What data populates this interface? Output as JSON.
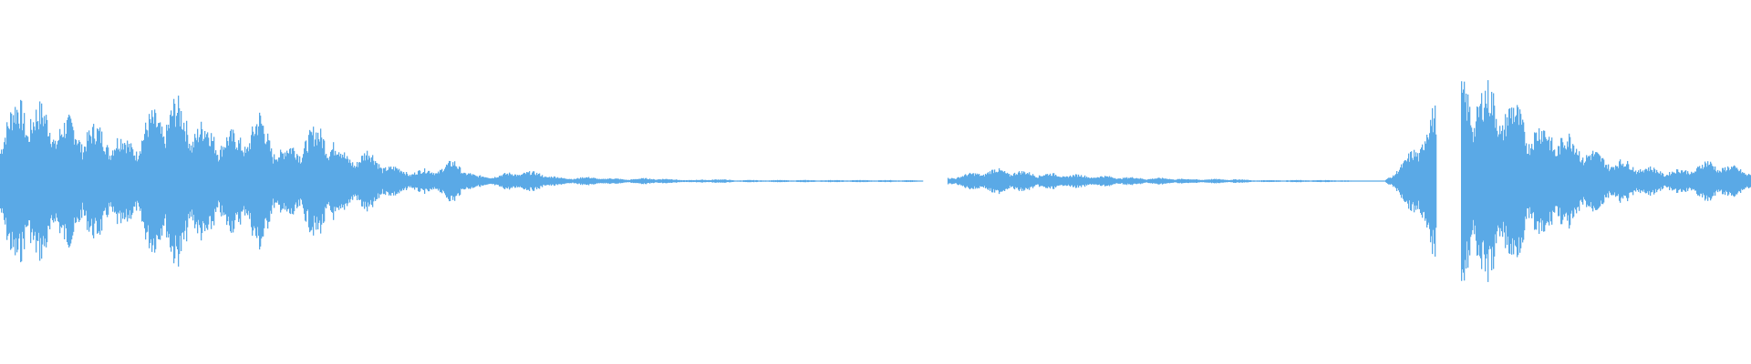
{
  "waveform": {
    "color": "#5aa9e6",
    "amplitude_envelope": [
      0.55,
      0.85,
      0.7,
      0.6,
      0.55,
      0.5,
      0.4,
      0.65,
      0.8,
      0.6,
      0.5,
      0.45,
      0.65,
      0.3,
      0.45,
      0.55,
      0.25,
      0.3,
      0.15,
      0.1,
      0.12,
      0.2,
      0.05,
      0.06,
      0.1,
      0.08,
      0.03,
      0.04,
      0.03,
      0.02,
      0.03,
      0.02,
      0.01,
      0.02,
      0.01,
      0.01,
      0.01,
      0.01,
      0.01,
      0.01,
      0.01,
      0.01,
      0.01,
      0.0,
      0.04,
      0.08,
      0.12,
      0.1,
      0.08,
      0.07,
      0.06,
      0.05,
      0.04,
      0.03,
      0.03,
      0.02,
      0.02,
      0.02,
      0.01,
      0.01,
      0.01,
      0.01,
      0.01,
      0.0,
      0.0,
      0.2,
      0.6,
      0.85,
      0.95,
      0.9,
      0.75,
      0.55,
      0.5,
      0.4,
      0.25,
      0.2,
      0.15,
      0.1,
      0.12,
      0.2,
      0.15,
      0.1
    ],
    "silence_gaps": [
      [
        0.527,
        0.541
      ],
      [
        0.82,
        0.834
      ]
    ]
  }
}
